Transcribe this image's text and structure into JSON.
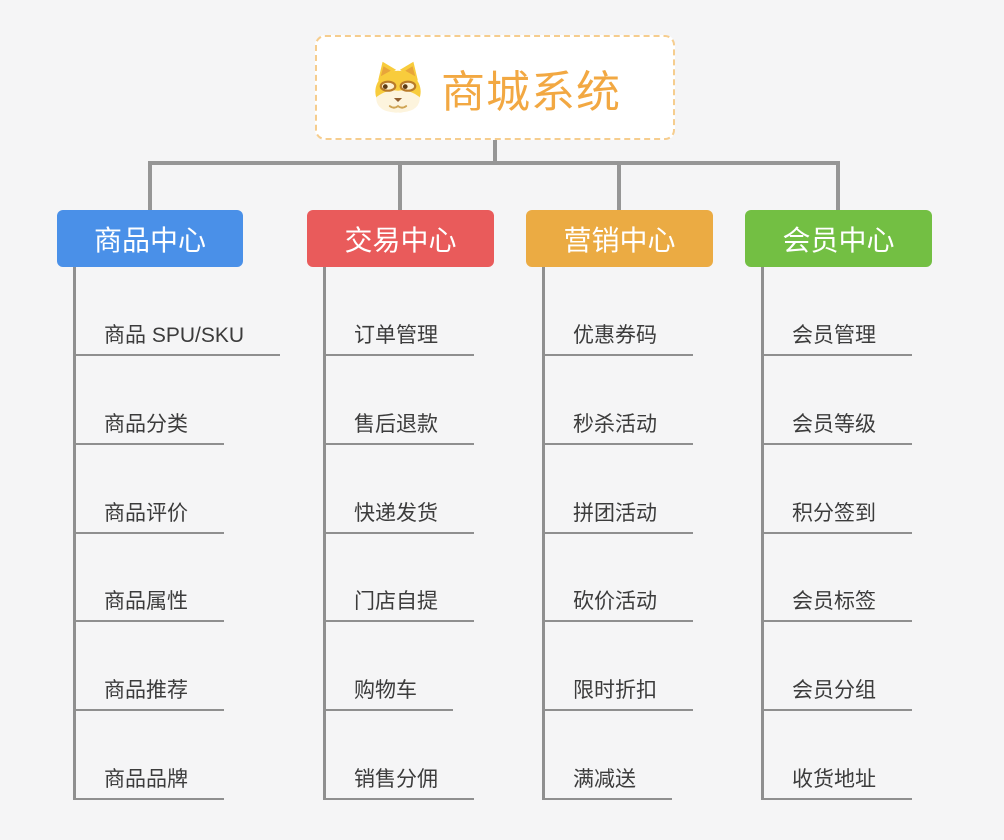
{
  "palette": {
    "background": "#f5f5f6",
    "connector": "#969696",
    "subline": "#8f8f8f",
    "root_text": "#f2a842",
    "root_border": "#f6cd8e"
  },
  "root": {
    "title": "商城系统",
    "icon": "doge-face-icon"
  },
  "branches": [
    {
      "label": "商品中心",
      "color": "#4a90e8",
      "items": [
        "商品 SPU/SKU",
        "商品分类",
        "商品评价",
        "商品属性",
        "商品推荐",
        "商品品牌"
      ]
    },
    {
      "label": "交易中心",
      "color": "#e95b5b",
      "items": [
        "订单管理",
        "售后退款",
        "快递发货",
        "门店自提",
        "购物车",
        "销售分佣"
      ]
    },
    {
      "label": "营销中心",
      "color": "#ebab43",
      "items": [
        "优惠券码",
        "秒杀活动",
        "拼团活动",
        "砍价活动",
        "限时折扣",
        "满减送"
      ]
    },
    {
      "label": "会员中心",
      "color": "#73bf43",
      "items": [
        "会员管理",
        "会员等级",
        "积分签到",
        "会员标签",
        "会员分组",
        "收货地址"
      ]
    }
  ]
}
